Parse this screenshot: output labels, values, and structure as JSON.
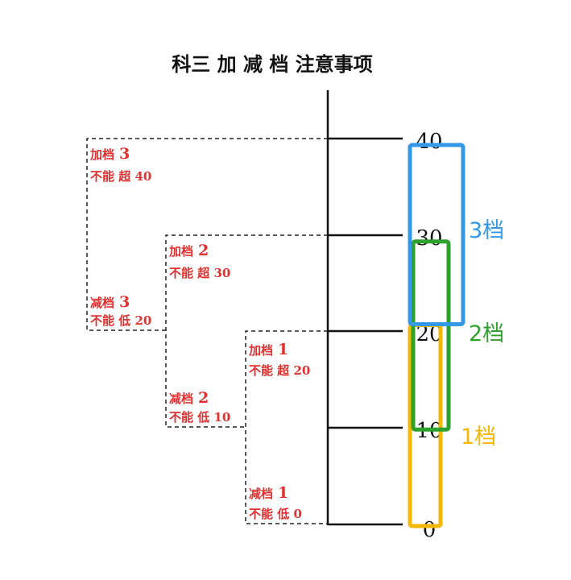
{
  "title": "科三 加 减 档 注意事项",
  "ticks": [
    "40",
    "30",
    "20",
    "10",
    "0"
  ],
  "shift_labels": [
    {
      "id": "up3",
      "verb": "加档",
      "gear": "3",
      "rule": "不能 超 40"
    },
    {
      "id": "up2",
      "verb": "加档",
      "gear": "2",
      "rule": "不能 超 30"
    },
    {
      "id": "down3",
      "verb": "减档",
      "gear": "3",
      "rule": "不能 低 20"
    },
    {
      "id": "up1",
      "verb": "加档",
      "gear": "1",
      "rule": "不能 超 20"
    },
    {
      "id": "down2",
      "verb": "减档",
      "gear": "2",
      "rule": "不能 低 10"
    },
    {
      "id": "down1",
      "verb": "减档",
      "gear": "1",
      "rule": "不能 低 0"
    }
  ],
  "gear_ranges": [
    {
      "label": "1档",
      "from": 0,
      "to": 20,
      "color": "#f5b800"
    },
    {
      "label": "2档",
      "from": 10,
      "to": 30,
      "color": "#2ea02e"
    },
    {
      "label": "3档",
      "from": 20,
      "to": 40,
      "color": "#3399e6"
    }
  ]
}
